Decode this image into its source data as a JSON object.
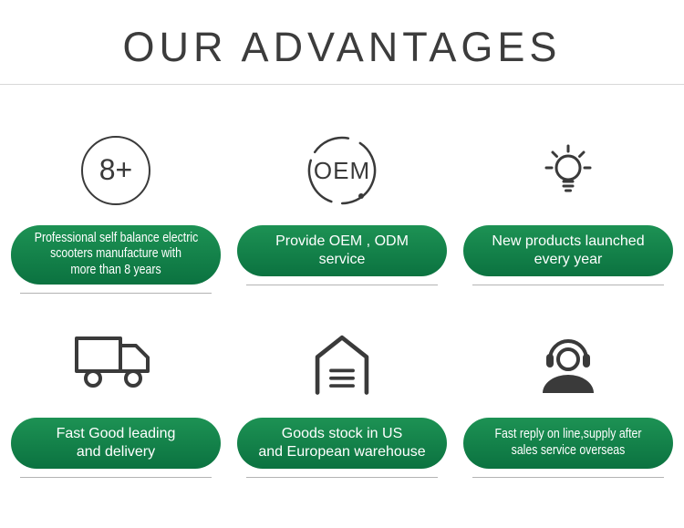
{
  "page": {
    "title": "OUR ADVANTAGES"
  },
  "colors": {
    "pill_green_top": "#1d9254",
    "pill_green_bottom": "#0b7240",
    "icon_gray": "#3a3a3a",
    "divider_gray": "#b3b3b3"
  },
  "cards": [
    {
      "icon": "badge-8plus",
      "icon_text": "8+",
      "lines": [
        "Professional self balance electric",
        "scooters manufacture with",
        "more than 8 years"
      ]
    },
    {
      "icon": "oem-circle",
      "icon_text": "OEM",
      "lines": [
        "Provide OEM , ODM",
        "service"
      ]
    },
    {
      "icon": "lightbulb",
      "lines": [
        "New products launched",
        "every year"
      ]
    },
    {
      "icon": "truck",
      "lines": [
        "Fast Good leading",
        "and delivery"
      ]
    },
    {
      "icon": "warehouse",
      "lines": [
        "Goods stock in US",
        "and European warehouse"
      ]
    },
    {
      "icon": "headset-agent",
      "lines": [
        "Fast reply on line,supply after",
        "sales service overseas"
      ]
    }
  ]
}
